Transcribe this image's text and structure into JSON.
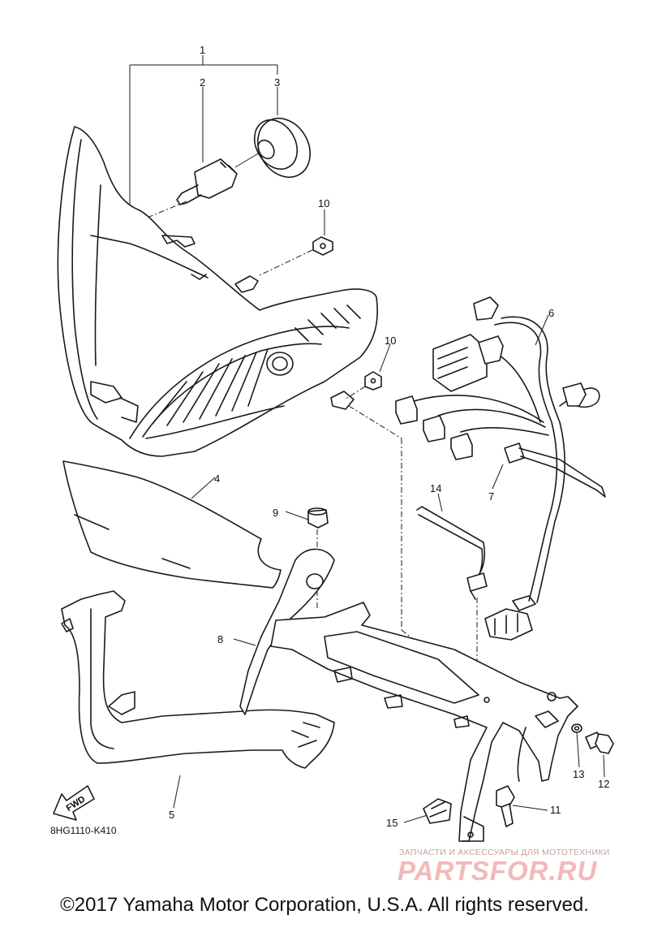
{
  "diagram": {
    "callouts": [
      "1",
      "2",
      "3",
      "4",
      "5",
      "6",
      "7",
      "8",
      "9",
      "10",
      "10",
      "11",
      "12",
      "13",
      "14",
      "15"
    ],
    "arrow_label": "FWD",
    "diagram_code": "8HG1110-K410",
    "copyright": "©2017 Yamaha Motor Corporation, U.S.A. All rights reserved."
  },
  "watermark": {
    "caption": "ЗАПЧАСТИ И АКСЕССУАРЫ ДЛЯ МОТОТЕХНИКИ",
    "logo": "PARTSFOR.RU"
  }
}
